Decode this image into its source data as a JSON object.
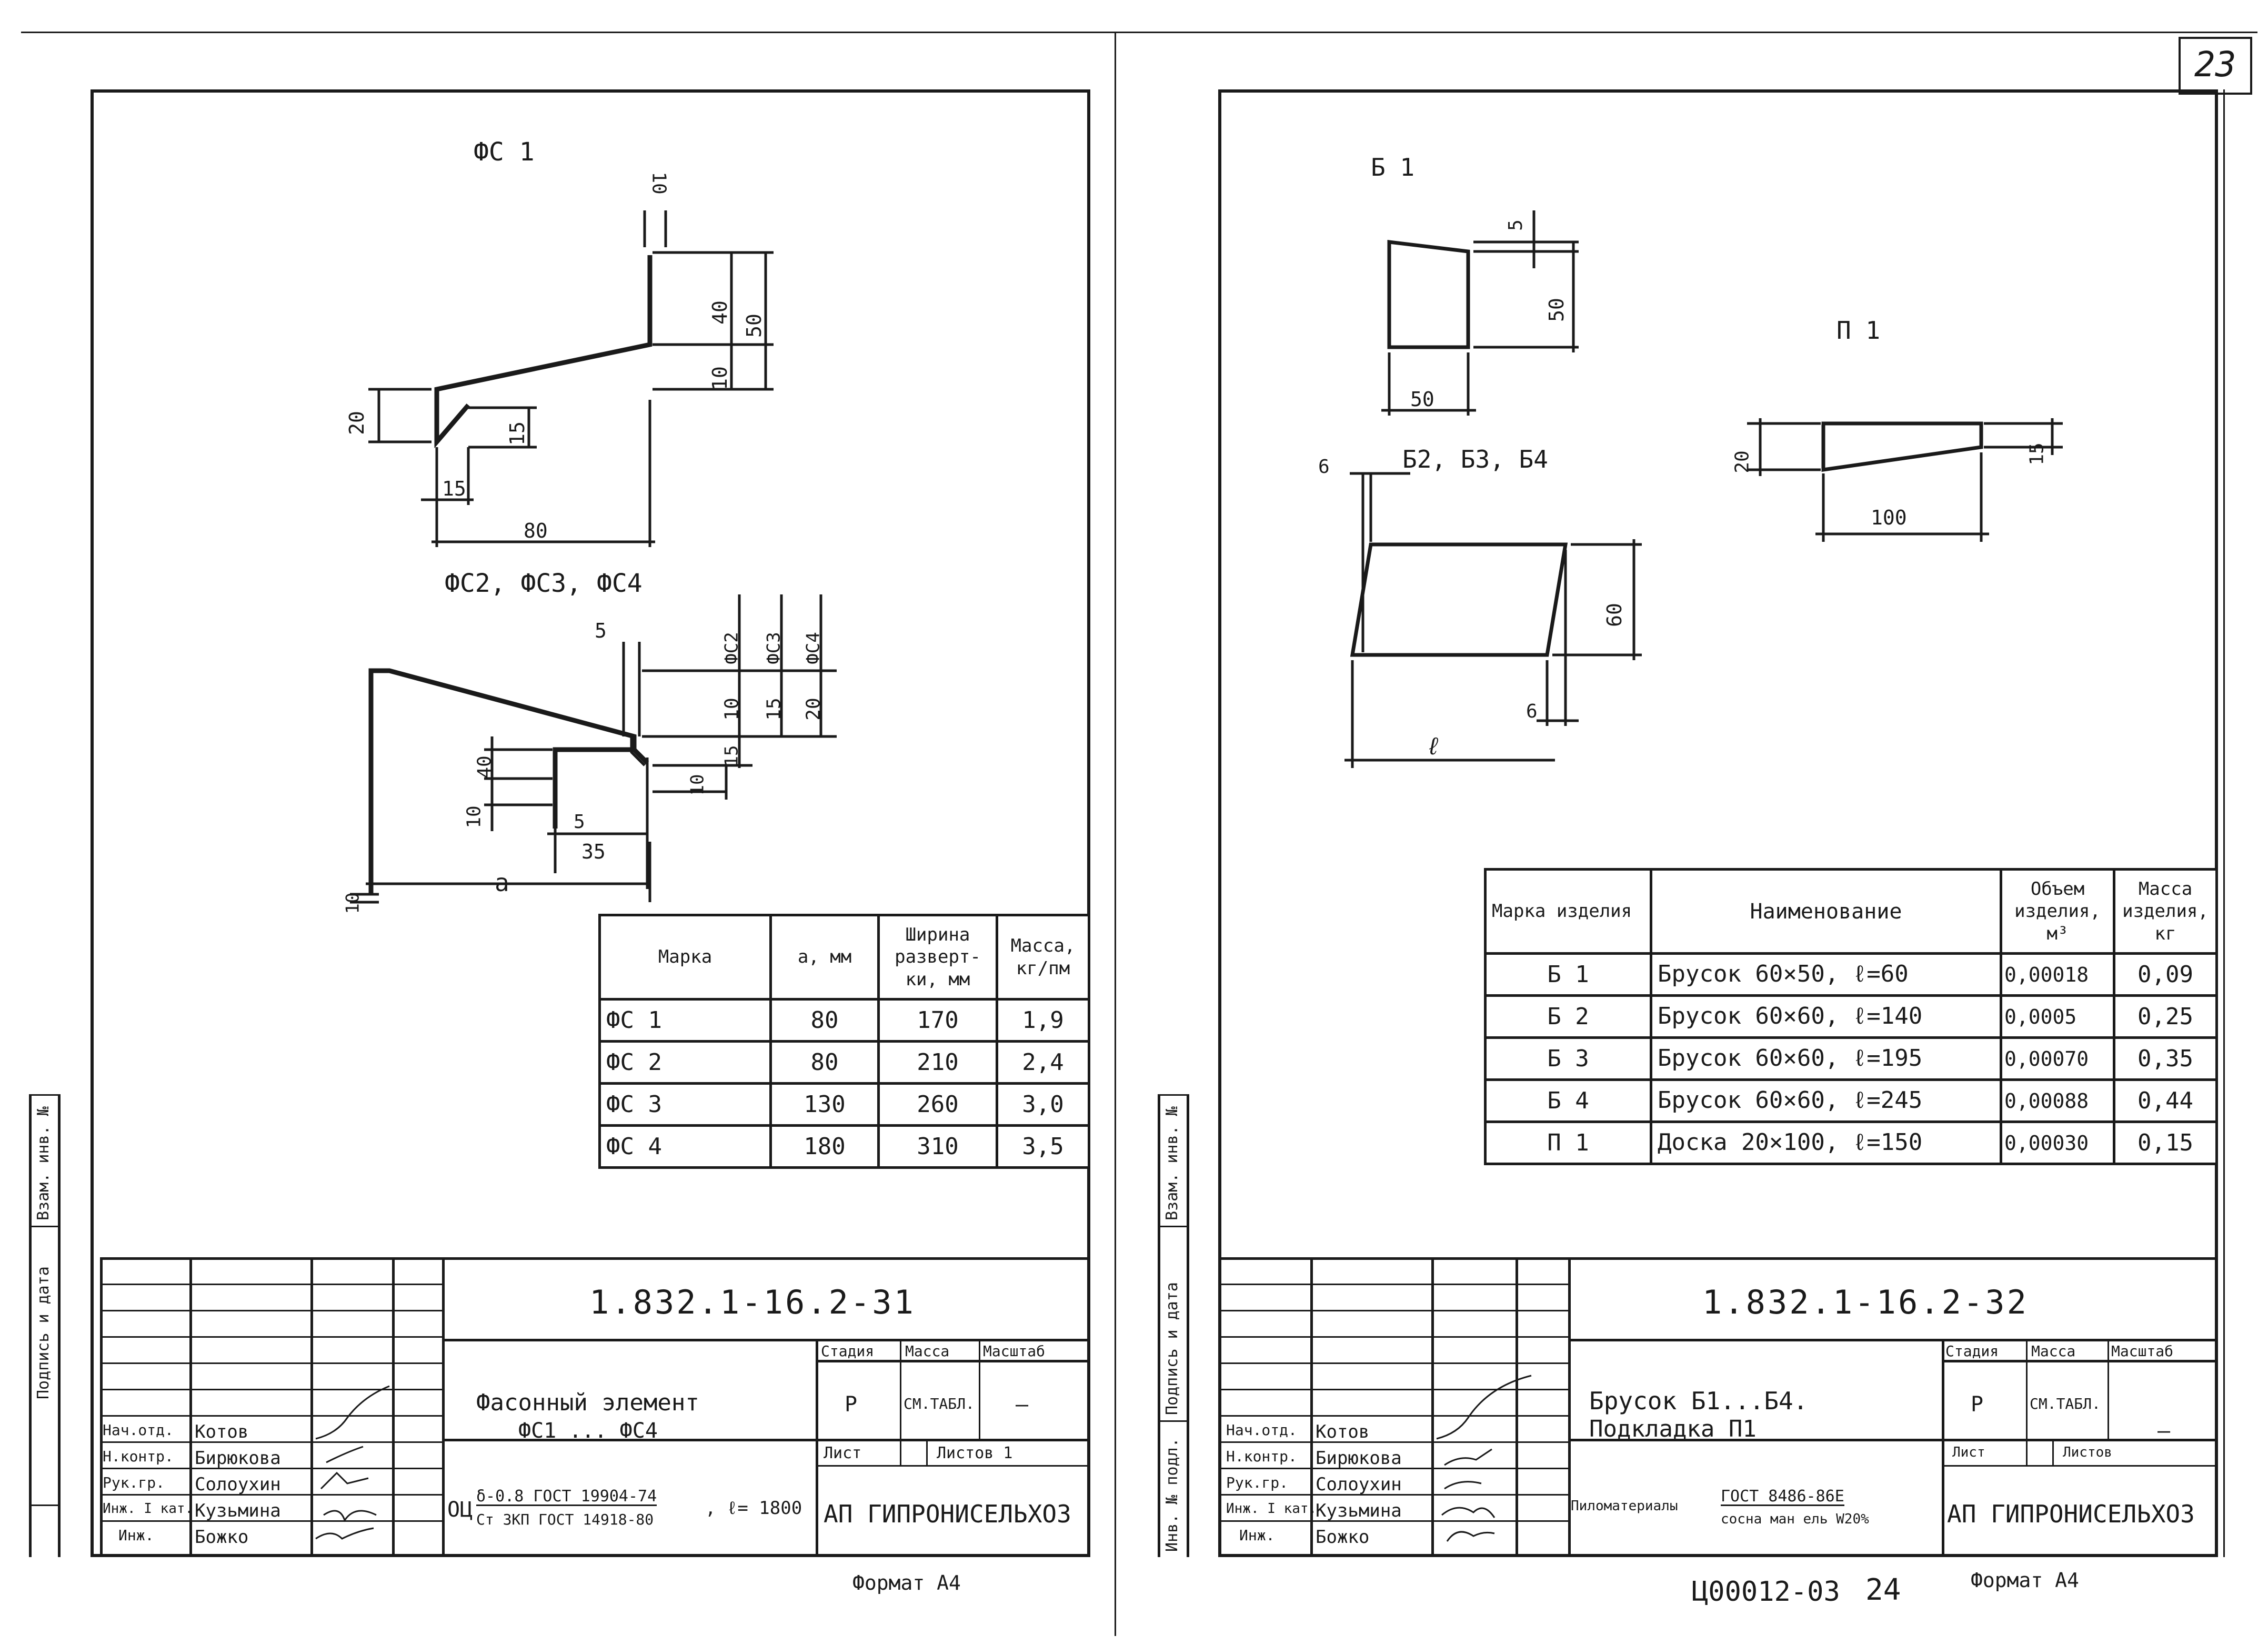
{
  "page_number": "23",
  "bottom_code": "Ц00012-03",
  "bottom_page": "24",
  "sheet1": {
    "view1_title": "ФС 1",
    "view2_title": "ФС2, ФС3, ФС4",
    "dims1": {
      "d10": "10",
      "d40": "40",
      "d50": "50",
      "d10b": "10",
      "d20": "20",
      "d15v": "15",
      "d15h": "15",
      "d80": "80"
    },
    "dims2": {
      "d5": "5",
      "fs2": "ФС2",
      "fs3": "ФС3",
      "fs4": "ФС4",
      "v10": "10",
      "v15": "15",
      "v20": "20",
      "v15b": "15",
      "v10b": "10",
      "d40": "40",
      "d10": "10",
      "d5b": "5",
      "d35": "35",
      "a": "a",
      "d10left": "10"
    },
    "table": {
      "headers": [
        "Марка",
        "a, мм",
        "Ширина разверт-ки, мм",
        "Масса, кг/пм"
      ],
      "rows": [
        [
          "ФС 1",
          "80",
          "170",
          "1,9"
        ],
        [
          "ФС 2",
          "80",
          "210",
          "2,4"
        ],
        [
          "ФС 3",
          "130",
          "260",
          "3,0"
        ],
        [
          "ФС 4",
          "180",
          "310",
          "3,5"
        ]
      ]
    },
    "stamp": {
      "code": "1.832.1-16.2-31",
      "name_line1": "Фасонный элемент",
      "name_line2": "ФС1 ... ФС4",
      "material_prefix": "ОЦ",
      "material_top": "δ-0.8 ГОСТ 19904-74",
      "material_bottom": "Ст 3КП ГОСТ 14918-80",
      "material_len": ", ℓ= 1800",
      "stage_label": "Стадия",
      "mass_label": "Масса",
      "scale_label": "Масштаб",
      "stage": "Р",
      "mass": "СМ.ТАБЛ.",
      "scale": "—",
      "sheet_label": "Лист",
      "sheets_label": "Листов 1",
      "org": "АП ГИПРОНИСЕЛЬХОЗ",
      "roles": [
        "Нач.отд.",
        "Н.контр.",
        "Рук.гр.",
        "Инж. I кат.",
        "Инж."
      ],
      "names": [
        "Котов",
        "Бирюкова",
        "Солоухин",
        "Кузьмина",
        "Божко"
      ]
    },
    "side_labels": [
      "Взам. инв. №",
      "Подпись и дата"
    ],
    "format": "Формат А4"
  },
  "sheet2": {
    "b1_title": "Б 1",
    "b234_title": "Б2, Б3, Б4",
    "p1_title": "П 1",
    "dims_b1": {
      "d5": "5",
      "d50v": "50",
      "d50h": "50"
    },
    "dims_b234": {
      "d6top": "6",
      "d60": "60",
      "d6bot": "6",
      "l": "ℓ"
    },
    "dims_p1": {
      "d20": "20",
      "d15": "15",
      "d100": "100"
    },
    "table": {
      "headers": [
        "Марка изделия",
        "Наименование",
        "Объем изделия, м³",
        "Масса изделия, кг"
      ],
      "rows": [
        [
          "Б 1",
          "Брусок 60×50, ℓ=60",
          "0,00018",
          "0,09"
        ],
        [
          "Б 2",
          "Брусок 60×60, ℓ=140",
          "0,0005",
          "0,25"
        ],
        [
          "Б 3",
          "Брусок 60×60, ℓ=195",
          "0,00070",
          "0,35"
        ],
        [
          "Б 4",
          "Брусок 60×60, ℓ=245",
          "0,00088",
          "0,44"
        ],
        [
          "П 1",
          "Доска 20×100, ℓ=150",
          "0,00030",
          "0,15"
        ]
      ]
    },
    "stamp": {
      "code": "1.832.1-16.2-32",
      "name_line1": "Брусок Б1...Б4.",
      "name_line2": "Подкладка П1",
      "material_prefix": "Пиломатериалы",
      "material_top": "ГОСТ 8486-86Е",
      "material_bottom": "сосна ман ель W20%",
      "stage_label": "Стадия",
      "mass_label": "Масса",
      "scale_label": "Масштаб",
      "stage": "Р",
      "mass": "СМ.ТАБЛ.",
      "scale": "—",
      "sheet_label": "Лист",
      "sheets_label": "Листов",
      "org": "АП ГИПРОНИСЕЛЬХОЗ",
      "roles": [
        "Нач.отд.",
        "Н.контр.",
        "Рук.гр.",
        "Инж. I кат.",
        "Инж."
      ],
      "names": [
        "Котов",
        "Бирюкова",
        "Солоухин",
        "Кузьмина",
        "Божко"
      ]
    },
    "side_labels": [
      "Взам. инв. №",
      "Подпись и дата",
      "Инв. № подл."
    ],
    "format": "Формат А4"
  }
}
